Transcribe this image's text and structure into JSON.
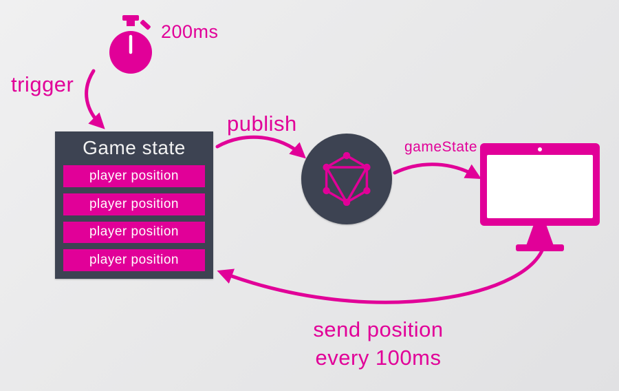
{
  "colors": {
    "magenta": "#e10098",
    "dark_slate": "#3d4352",
    "background": "#e9e9ea",
    "row_text": "#ffffff",
    "title_text": "#f2f2f2"
  },
  "timer": {
    "label": "200ms"
  },
  "labels": {
    "trigger": "trigger",
    "publish": "publish",
    "game_state_event": "gameState",
    "send_position_line1": "send position",
    "send_position_line2": "every 100ms"
  },
  "game_state": {
    "title": "Game state",
    "rows": [
      "player position",
      "player position",
      "player position",
      "player position"
    ]
  },
  "icons": {
    "stopwatch": "stopwatch-icon",
    "graphql_logo": "graphql-logo-icon",
    "monitor": "monitor-icon"
  }
}
